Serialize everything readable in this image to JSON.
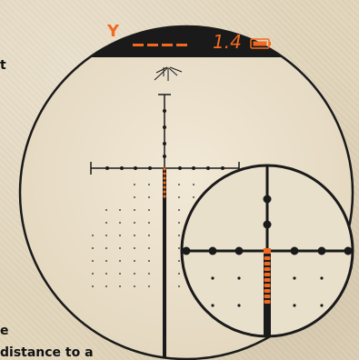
{
  "display": {
    "mode_letter": "Y",
    "range_dashes": "----",
    "magnification": "1.4",
    "battery_icon": "battery-icon",
    "accent_color": "#f26a21"
  },
  "background_text": {
    "line_top": "t",
    "line_bottom_1": "e",
    "line_bottom_2": "distance to a"
  },
  "reticle": {
    "main_view": "rangefinder-reticle",
    "zoom_view": "magnified-reticle-detail"
  }
}
